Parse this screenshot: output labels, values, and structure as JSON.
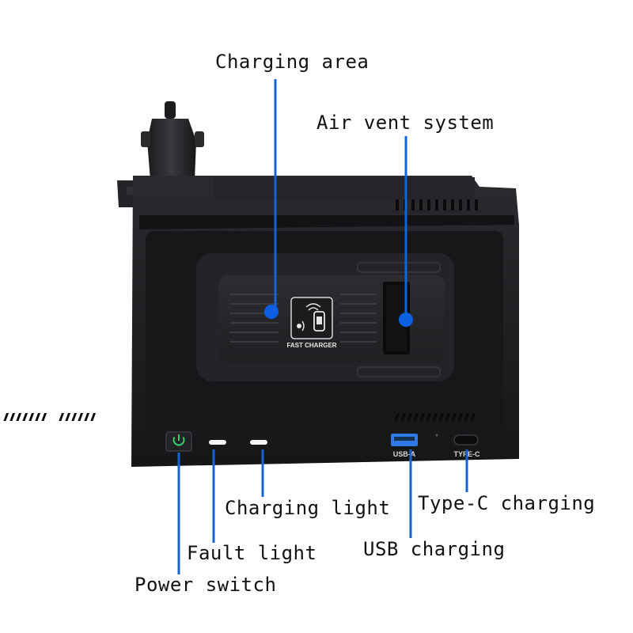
{
  "callouts": {
    "charging_area": "Charging area",
    "air_vent_system": "Air vent system",
    "charging_light": "Charging light",
    "type_c_charging": "Type-C charging",
    "fault_light": "Fault light",
    "usb_charging": "USB charging",
    "power_switch": "Power switch"
  },
  "device": {
    "pad_label": "FAST CHARGER",
    "usb_port_label": "USB-A",
    "typec_port_label": "TYPE-C"
  },
  "colors": {
    "callout_line": "#1464d8",
    "callout_dot": "#0b5fe0",
    "device_body": "#1c1d1f",
    "device_dark": "#0e0f10",
    "power_led": "#2fd36a",
    "usb_port": "#2f7ae5"
  }
}
